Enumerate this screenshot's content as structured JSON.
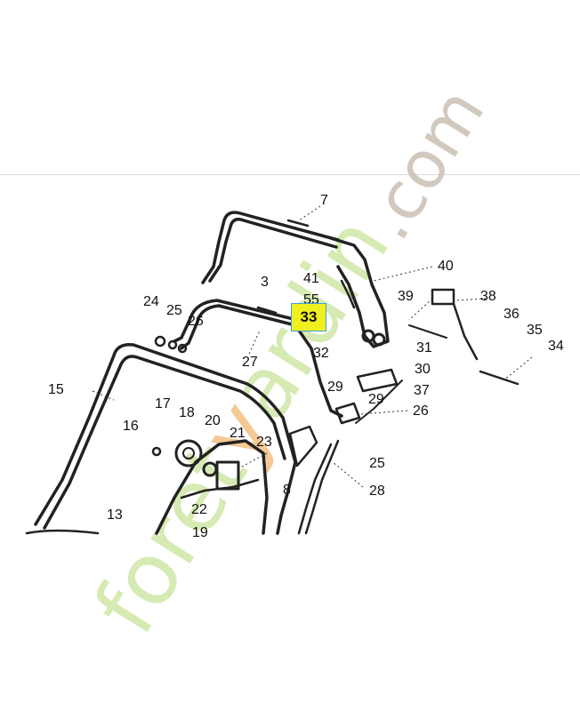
{
  "watermark": {
    "prefix": "foret",
    "accent": "y",
    "suffix": "ardin",
    "domain": ".com",
    "green": "#cfe7a6",
    "orange": "#f3c489",
    "gray": "#cfc6bb"
  },
  "highlight": {
    "label": "33",
    "fill": "#f0f020",
    "border": "#3aa0e0"
  },
  "callouts": [
    "7",
    "40",
    "41",
    "55",
    "39",
    "38",
    "36",
    "35",
    "34",
    "3",
    "24",
    "25",
    "26",
    "27",
    "32",
    "31",
    "30",
    "29",
    "37",
    "15",
    "17",
    "18",
    "16",
    "20",
    "21",
    "23",
    "26",
    "25",
    "28",
    "8",
    "22",
    "13",
    "19"
  ]
}
